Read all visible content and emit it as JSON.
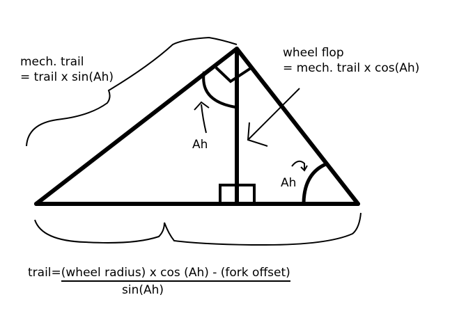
{
  "labels": {
    "mech_trail_line1": "mech. trail",
    "mech_trail_line2": "= trail x sin(Ah)",
    "wheel_flop_line1": "wheel flop",
    "wheel_flop_line2": "= mech. trail x cos(Ah)",
    "angle_top": "Ah",
    "angle_right": "Ah"
  },
  "formula": {
    "prefix": "trail=",
    "numerator": "(wheel radius) x cos (Ah) - (fork offset)",
    "denominator": "sin(Ah)"
  },
  "colors": {
    "stroke": "#000000",
    "background": "#ffffff"
  }
}
